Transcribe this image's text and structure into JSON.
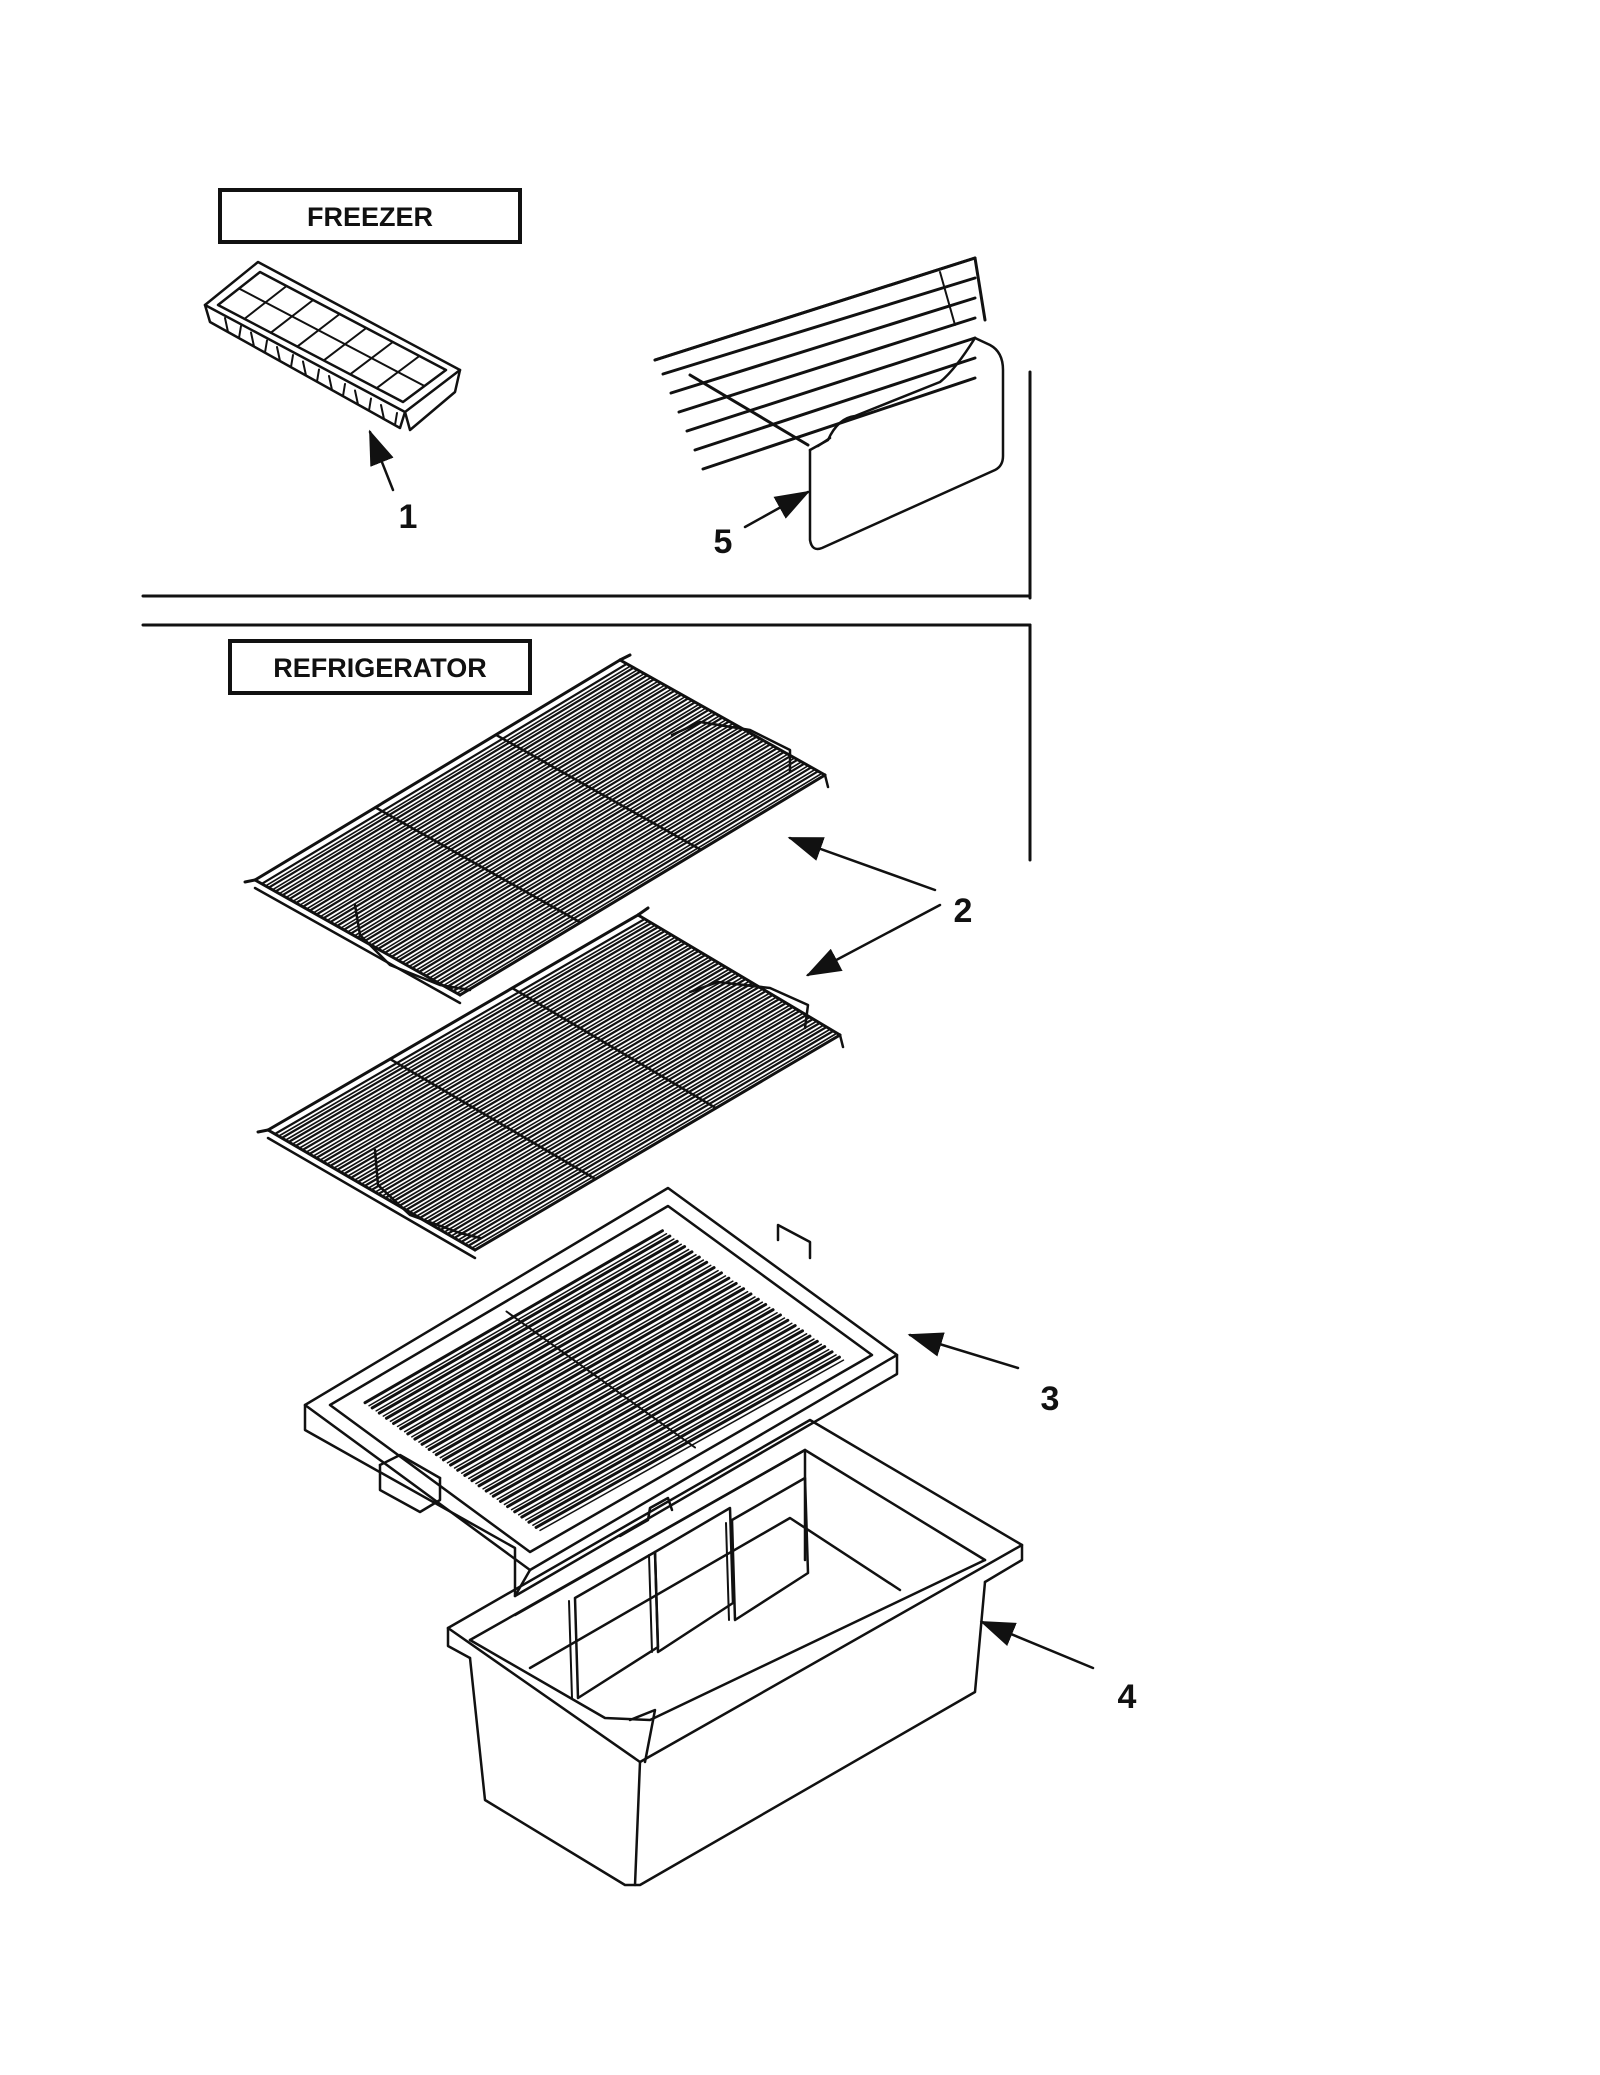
{
  "sections": {
    "freezer": "FREEZER",
    "refrigerator": "REFRIGERATOR"
  },
  "callouts": [
    "1",
    "2",
    "3",
    "4",
    "5"
  ]
}
